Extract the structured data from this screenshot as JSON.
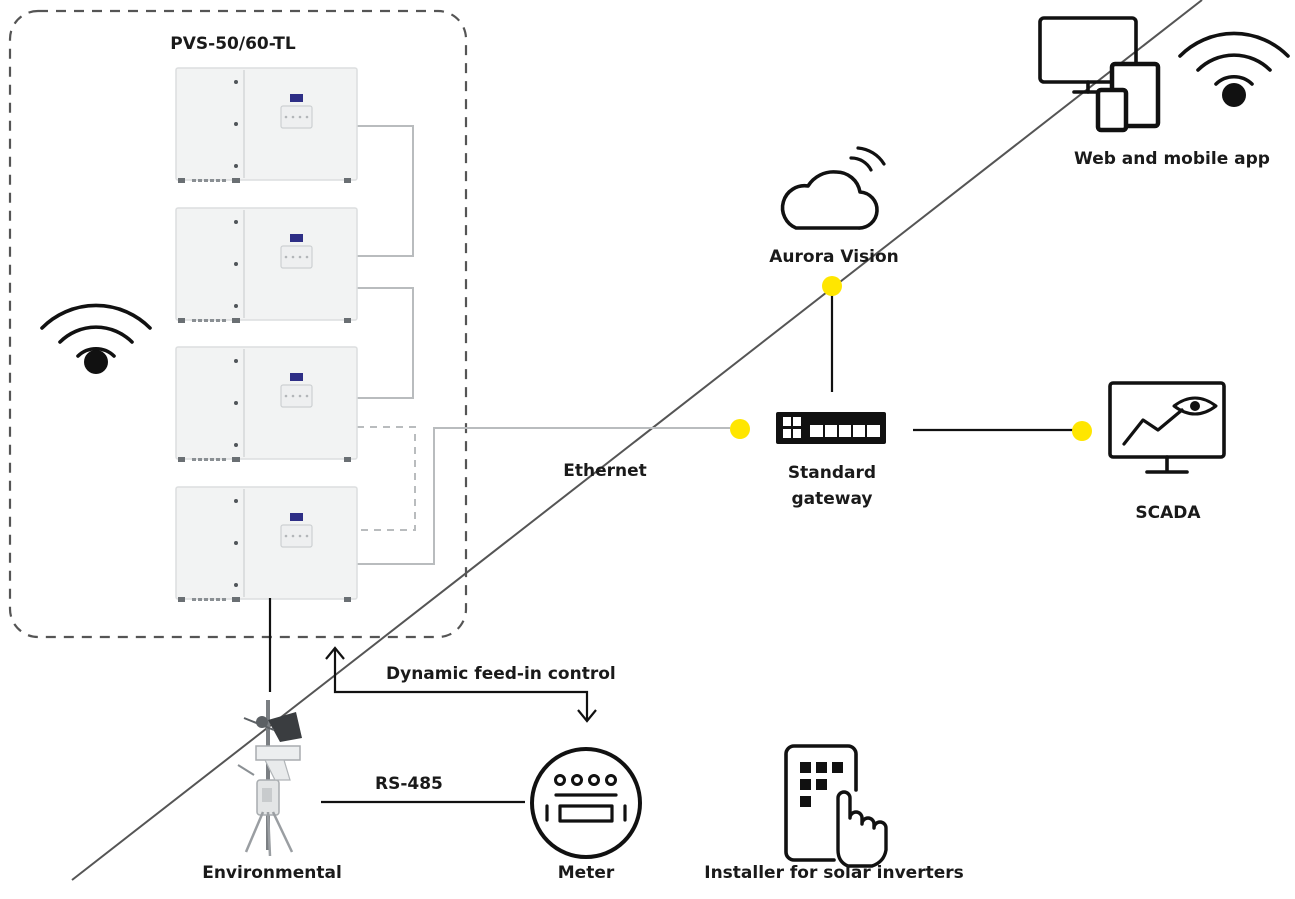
{
  "labels": {
    "inverter_group": "PVS-50/60-TL",
    "web_mobile": "Web and mobile app",
    "aurora_vision": "Aurora Vision",
    "ethernet": "Ethernet",
    "gateway": "Standard\ngateway",
    "scada": "SCADA",
    "dynamic_feed_in": "Dynamic feed-in control",
    "rs485": "RS-485",
    "environmental": "Environmental",
    "meter": "Meter",
    "installer": "Installer for solar inverters"
  },
  "icons": {
    "wifi_left": "wifi-icon",
    "wifi_right": "wifi-icon",
    "devices": "monitor-tablet-phone-icon",
    "cloud": "cloud-wifi-icon",
    "gateway": "network-switch-icon",
    "scada": "monitor-eye-chart-icon",
    "meter": "electric-meter-icon",
    "installer": "keypad-touch-icon",
    "weather_station": "weather-station-icon",
    "inverter": "solar-inverter-icon"
  },
  "colors": {
    "connector_dot": "#ffe600",
    "line": "#111111",
    "group_border": "#555555",
    "inverter_wire": "#b9bcbe",
    "inverter_screen": "#2e2e86"
  },
  "inverter_count": 4
}
